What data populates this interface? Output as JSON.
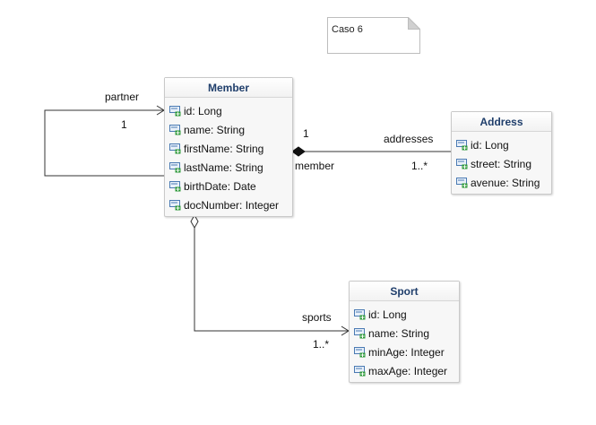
{
  "note": {
    "text": "Caso 6"
  },
  "classes": {
    "member": {
      "title": "Member",
      "attributes": [
        "id: Long",
        "name: String",
        "firstName: String",
        "lastName: String",
        "birthDate: Date",
        "docNumber: Integer"
      ]
    },
    "address": {
      "title": "Address",
      "attributes": [
        "id: Long",
        "street: String",
        "avenue: String"
      ]
    },
    "sport": {
      "title": "Sport",
      "attributes": [
        "id: Long",
        "name: String",
        "minAge: Integer",
        "maxAge: Integer"
      ]
    }
  },
  "associations": {
    "partner": {
      "role": "partner",
      "multiplicity": "1"
    },
    "addresses": {
      "source_multiplicity": "1",
      "source_role": "member",
      "target_role": "addresses",
      "target_multiplicity": "1..*"
    },
    "sports": {
      "role": "sports",
      "multiplicity": "1..*"
    }
  }
}
